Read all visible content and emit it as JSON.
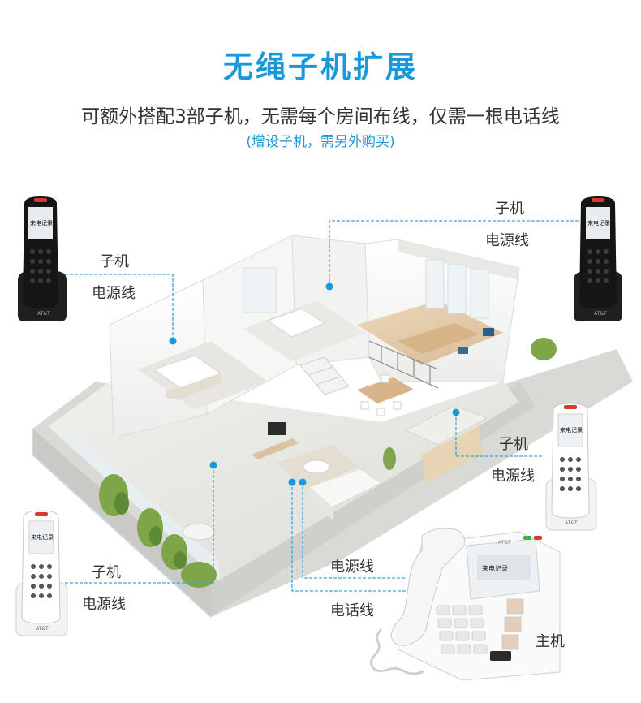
{
  "header": {
    "title": "无绳子机扩展",
    "subtitle": "可额外搭配3部子机，无需每个房间布线，仅需一根电话线",
    "note": "(增设子机，需另外购买)"
  },
  "labels": {
    "handset": "子机",
    "power_cord": "电源线",
    "phone_line": "电话线",
    "base": "主机"
  },
  "screen": {
    "call_log": "来电记录",
    "brand": "AT&T"
  },
  "colors": {
    "accent": "#1a98d8",
    "line": "#3aa7dc",
    "text": "#333333"
  },
  "icons": [
    "house-floorplan-illustration",
    "cordless-handset-icon",
    "desk-phone-icon"
  ]
}
